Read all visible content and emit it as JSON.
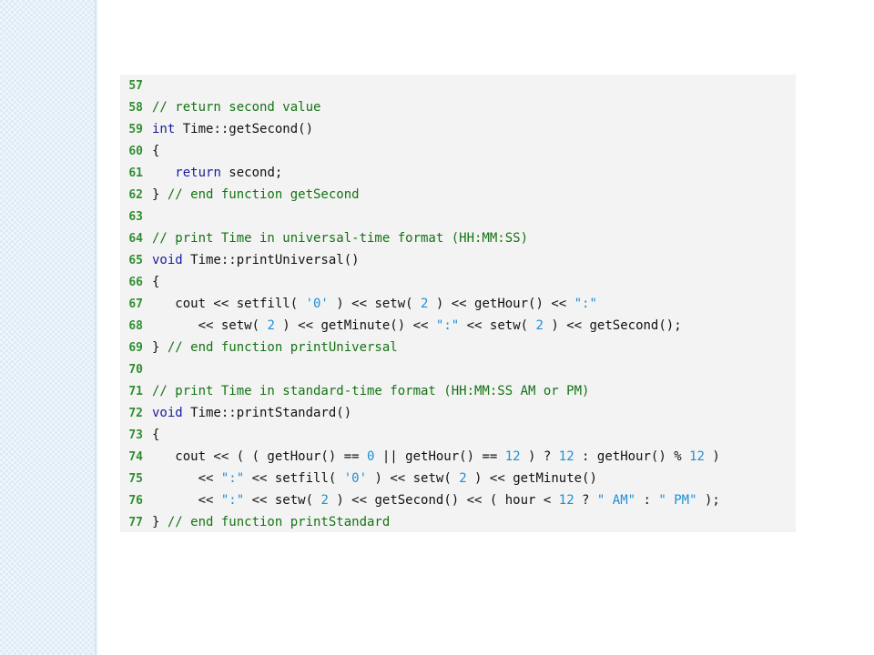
{
  "slide": {
    "code_listing": {
      "lines": [
        {
          "number": "57",
          "tokens": []
        },
        {
          "number": "58",
          "tokens": [
            {
              "t": "// return second value",
              "c": "cm"
            }
          ]
        },
        {
          "number": "59",
          "tokens": [
            {
              "t": "int",
              "c": "kw"
            },
            {
              "t": " Time::getSecond()",
              "c": "pl"
            }
          ]
        },
        {
          "number": "60",
          "tokens": [
            {
              "t": "{",
              "c": "pl"
            }
          ]
        },
        {
          "number": "61",
          "tokens": [
            {
              "t": "   ",
              "c": "pl"
            },
            {
              "t": "return",
              "c": "kw"
            },
            {
              "t": " second;",
              "c": "pl"
            }
          ]
        },
        {
          "number": "62",
          "tokens": [
            {
              "t": "} ",
              "c": "pl"
            },
            {
              "t": "// end function getSecond",
              "c": "cm"
            }
          ]
        },
        {
          "number": "63",
          "tokens": []
        },
        {
          "number": "64",
          "tokens": [
            {
              "t": "// print Time in universal-time format (HH:MM:SS)",
              "c": "cm"
            }
          ]
        },
        {
          "number": "65",
          "tokens": [
            {
              "t": "void",
              "c": "kw"
            },
            {
              "t": " Time::printUniversal()",
              "c": "pl"
            }
          ]
        },
        {
          "number": "66",
          "tokens": [
            {
              "t": "{",
              "c": "pl"
            }
          ]
        },
        {
          "number": "67",
          "tokens": [
            {
              "t": "   cout << setfill( ",
              "c": "pl"
            },
            {
              "t": "'0'",
              "c": "str"
            },
            {
              "t": " ) << setw( ",
              "c": "pl"
            },
            {
              "t": "2",
              "c": "num"
            },
            {
              "t": " ) << getHour() << ",
              "c": "pl"
            },
            {
              "t": "\":\"",
              "c": "str"
            }
          ]
        },
        {
          "number": "68",
          "tokens": [
            {
              "t": "      << setw( ",
              "c": "pl"
            },
            {
              "t": "2",
              "c": "num"
            },
            {
              "t": " ) << getMinute() << ",
              "c": "pl"
            },
            {
              "t": "\":\"",
              "c": "str"
            },
            {
              "t": " << setw( ",
              "c": "pl"
            },
            {
              "t": "2",
              "c": "num"
            },
            {
              "t": " ) << getSecond();",
              "c": "pl"
            }
          ]
        },
        {
          "number": "69",
          "tokens": [
            {
              "t": "} ",
              "c": "pl"
            },
            {
              "t": "// end function printUniversal",
              "c": "cm"
            }
          ]
        },
        {
          "number": "70",
          "tokens": []
        },
        {
          "number": "71",
          "tokens": [
            {
              "t": "// print Time in standard-time format (HH:MM:SS AM or PM)",
              "c": "cm"
            }
          ]
        },
        {
          "number": "72",
          "tokens": [
            {
              "t": "void",
              "c": "kw"
            },
            {
              "t": " Time::printStandard()",
              "c": "pl"
            }
          ]
        },
        {
          "number": "73",
          "tokens": [
            {
              "t": "{",
              "c": "pl"
            }
          ]
        },
        {
          "number": "74",
          "tokens": [
            {
              "t": "   cout << ( ( getHour() == ",
              "c": "pl"
            },
            {
              "t": "0",
              "c": "num"
            },
            {
              "t": " || getHour() == ",
              "c": "pl"
            },
            {
              "t": "12",
              "c": "num"
            },
            {
              "t": " ) ? ",
              "c": "pl"
            },
            {
              "t": "12",
              "c": "num"
            },
            {
              "t": " : getHour() % ",
              "c": "pl"
            },
            {
              "t": "12",
              "c": "num"
            },
            {
              "t": " )",
              "c": "pl"
            }
          ]
        },
        {
          "number": "75",
          "tokens": [
            {
              "t": "      << ",
              "c": "pl"
            },
            {
              "t": "\":\"",
              "c": "str"
            },
            {
              "t": " << setfill( ",
              "c": "pl"
            },
            {
              "t": "'0'",
              "c": "str"
            },
            {
              "t": " ) << setw( ",
              "c": "pl"
            },
            {
              "t": "2",
              "c": "num"
            },
            {
              "t": " ) << getMinute()",
              "c": "pl"
            }
          ]
        },
        {
          "number": "76",
          "tokens": [
            {
              "t": "      << ",
              "c": "pl"
            },
            {
              "t": "\":\"",
              "c": "str"
            },
            {
              "t": " << setw( ",
              "c": "pl"
            },
            {
              "t": "2",
              "c": "num"
            },
            {
              "t": " ) << getSecond() << ( hour < ",
              "c": "pl"
            },
            {
              "t": "12",
              "c": "num"
            },
            {
              "t": " ? ",
              "c": "pl"
            },
            {
              "t": "\" AM\"",
              "c": "str"
            },
            {
              "t": " : ",
              "c": "pl"
            },
            {
              "t": "\" PM\"",
              "c": "str"
            },
            {
              "t": " );",
              "c": "pl"
            }
          ]
        },
        {
          "number": "77",
          "tokens": [
            {
              "t": "} ",
              "c": "pl"
            },
            {
              "t": "// end function printStandard",
              "c": "cm"
            }
          ]
        }
      ]
    },
    "colors": {
      "panel_background": "#f3f3f3",
      "line_numbers": "#2f8f2f",
      "comments": "#147314",
      "keywords": "#1a1a9e",
      "literals": "#1e8fd6",
      "left_strip": "#dcecf6"
    }
  }
}
